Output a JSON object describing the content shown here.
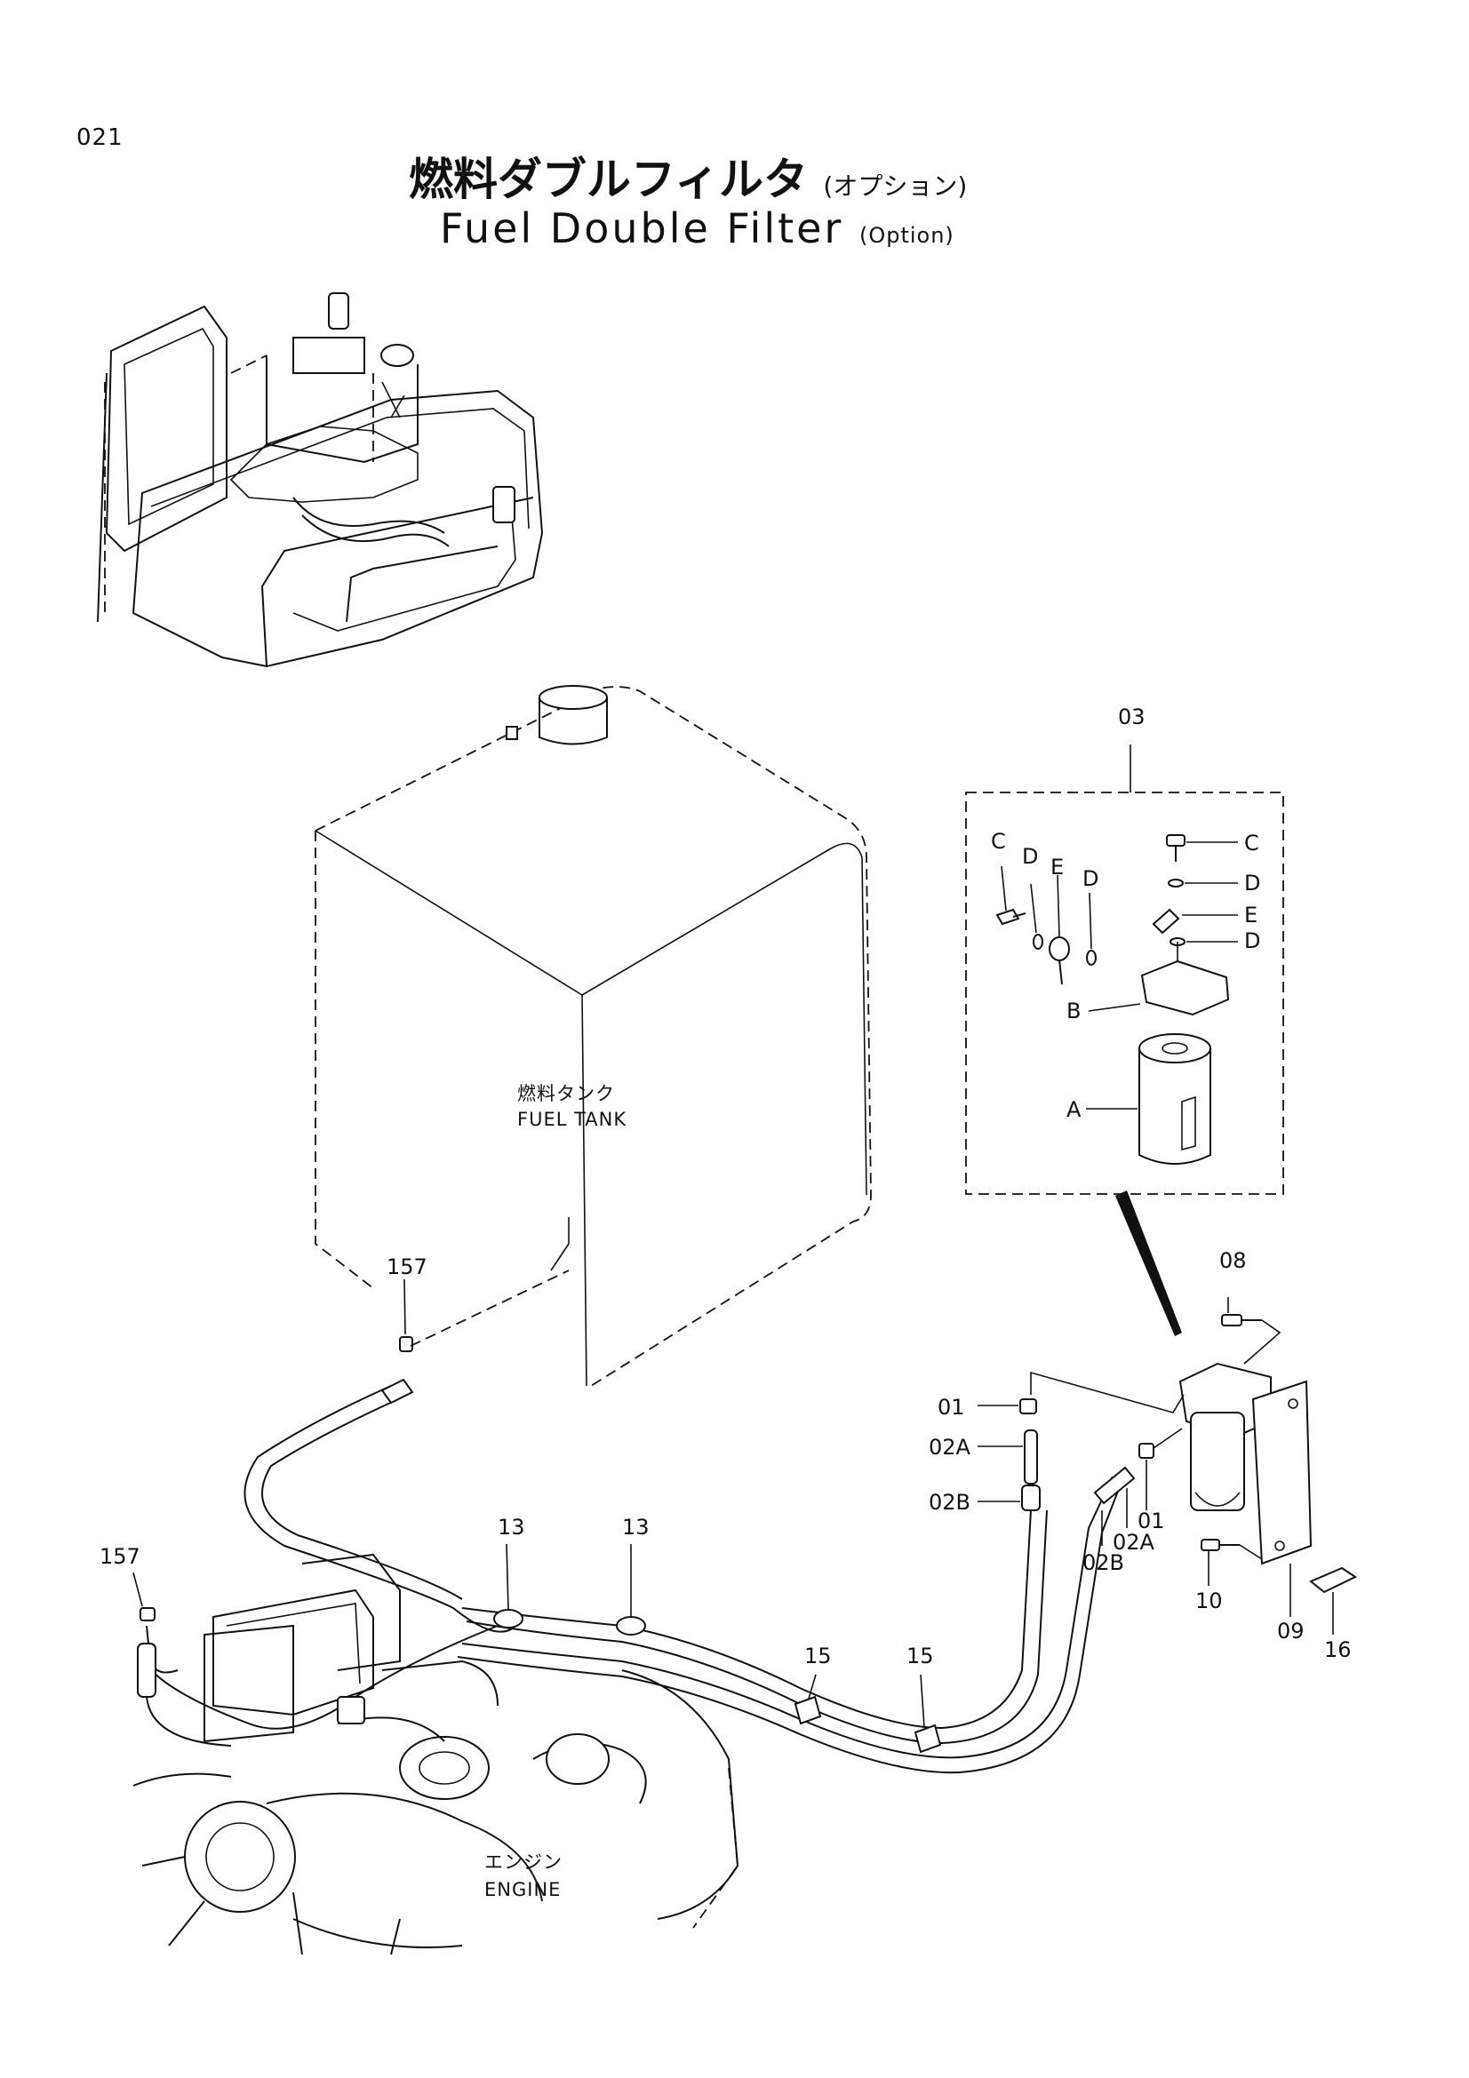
{
  "page_number": "021",
  "title": {
    "jp": "燃料ダブルフィルタ",
    "jp_sub": "(オプション)",
    "en": "Fuel Double Filter",
    "en_sub": "(Option)"
  },
  "notes": {
    "fuel_tank_jp": "燃料タンク",
    "fuel_tank_en": "FUEL TANK",
    "engine_jp": "エンジン",
    "engine_en": "ENGINE"
  },
  "callouts": {
    "assy_03": "03",
    "c_left": "C",
    "d_left_1": "D",
    "e_left": "E",
    "d_left_2": "D",
    "c_right": "C",
    "d_right_1": "D",
    "e_right": "E",
    "d_right_2": "D",
    "b": "B",
    "a": "A",
    "p08": "08",
    "p157_top": "157",
    "p01_left": "01",
    "p02a_left": "02A",
    "p02b_left": "02B",
    "p01_right": "01",
    "p02a_right": "02A",
    "p02b_right": "02B",
    "p10": "10",
    "p09": "09",
    "p16": "16",
    "p13_a": "13",
    "p13_b": "13",
    "p15_a": "15",
    "p15_b": "15",
    "p157_left": "157"
  }
}
